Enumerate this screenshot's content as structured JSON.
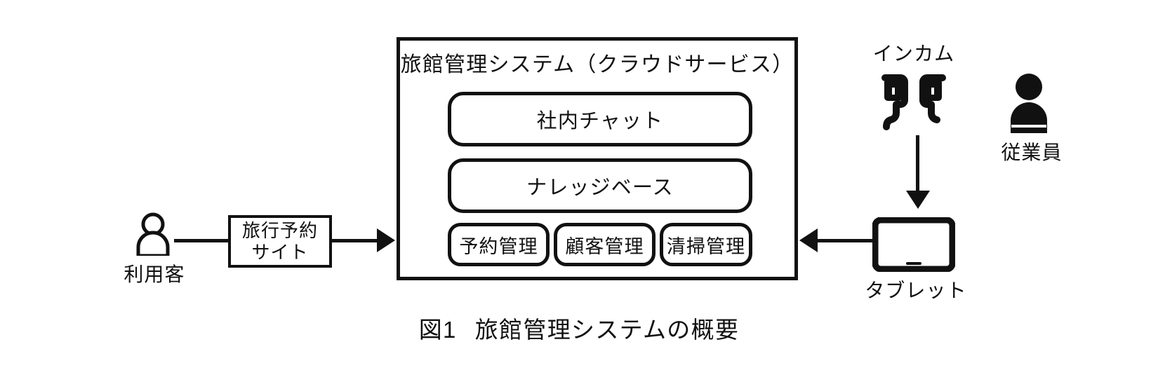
{
  "figure": {
    "caption_number": "図1",
    "caption_text": "旅館管理システムの概要"
  },
  "system": {
    "title": "旅館管理システム（クラウドサービス）",
    "modules": [
      {
        "id": "chat",
        "label": "社内チャット"
      },
      {
        "id": "knowledge",
        "label": "ナレッジベース"
      },
      {
        "id": "reservation",
        "label": "予約管理"
      },
      {
        "id": "customer",
        "label": "顧客管理"
      },
      {
        "id": "cleaning",
        "label": "清掃管理"
      }
    ]
  },
  "actors": {
    "user": {
      "label": "利用客",
      "icon": "person-outline-icon"
    },
    "employee": {
      "label": "従業員",
      "icon": "person-filled-icon"
    }
  },
  "external": {
    "booking_site": {
      "line1": "旅行予約",
      "line2": "サイト"
    },
    "incom": {
      "label": "インカム",
      "icon": "earphone-icon"
    },
    "tablet": {
      "label": "タブレット",
      "icon": "tablet-icon"
    }
  },
  "colors": {
    "stroke": "#111111",
    "background": "#ffffff"
  }
}
